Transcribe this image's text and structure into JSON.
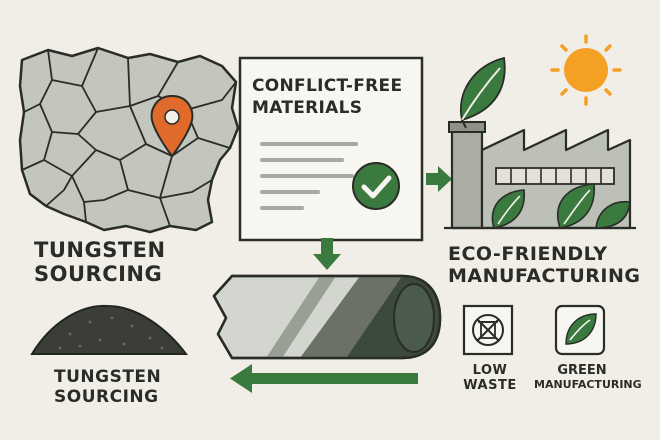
{
  "document": {
    "title_line1": "CONFLICT-FREE",
    "title_line2": "MATERIALS"
  },
  "labels": {
    "sourcing_top_line1": "TUNGSTEN",
    "sourcing_top_line2": "SOURCING",
    "sourcing_bottom_line1": "TUNGSTEN",
    "sourcing_bottom_line2": "SOURCING",
    "manufacturing_line1": "ECO-FRIENDLY",
    "manufacturing_line2": "MANUFACTURING",
    "low_waste_line1": "LOW",
    "low_waste_line2": "WASTE",
    "green_mfg_line1": "GREEN",
    "green_mfg_line2": "MANUFACTURING"
  },
  "colors": {
    "background": "#f1eee8",
    "map_fill": "#c2c6bc",
    "pin": "#e06a2c",
    "green": "#3a7a3e",
    "dark": "#2a2c28",
    "sun": "#f4a025"
  },
  "icons": {
    "map": "map-icon",
    "pin": "location-pin-icon",
    "check": "checkmark-icon",
    "factory": "factory-icon",
    "sun": "sun-icon",
    "leaf": "leaf-icon",
    "no_waste": "no-waste-icon",
    "green_leaf_badge": "leaf-badge-icon"
  }
}
